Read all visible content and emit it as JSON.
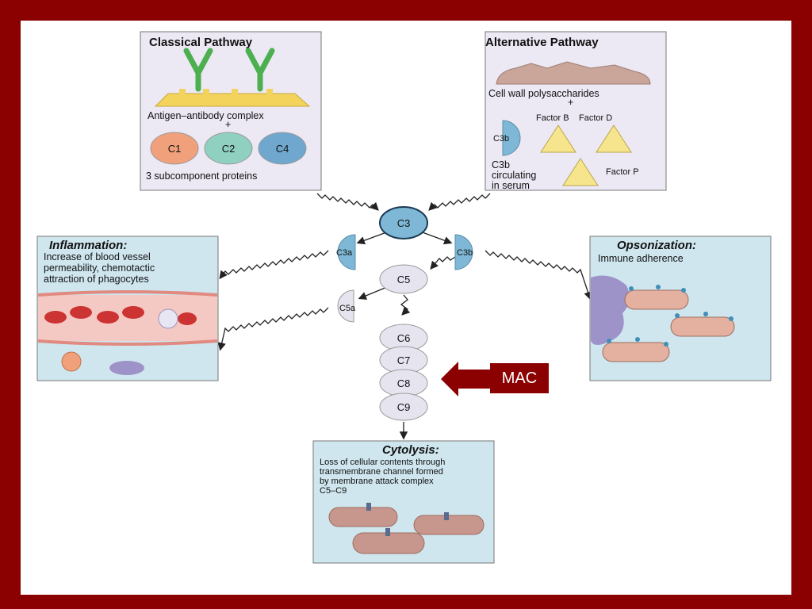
{
  "classical": {
    "title": "Classical Pathway",
    "complex": "Antigen–antibody complex",
    "plus": "+",
    "c1": "C1",
    "c2": "C2",
    "c4": "C4",
    "caption": "3 subcomponent proteins"
  },
  "alternative": {
    "title": "Alternative Pathway",
    "polysaccharides": "Cell wall polysaccharides",
    "plus": "+",
    "factor_b": "Factor B",
    "factor_d": "Factor D",
    "factor_p": "Factor P",
    "c3b_badge": "C3b",
    "c3b_line1": "C3b",
    "c3b_line2": "circulating",
    "c3b_line3": "in serum"
  },
  "cascade": {
    "c3": "C3",
    "c3a": "C3a",
    "c3b": "C3b",
    "c5": "C5",
    "c5a": "C5a",
    "c6": "C6",
    "c7": "C7",
    "c8": "C8",
    "c9": "C9"
  },
  "inflammation": {
    "title": "Inflammation:",
    "line1": "Increase of blood vessel",
    "line2": "permeability, chemotactic",
    "line3": "attraction of phagocytes"
  },
  "opsonization": {
    "title": "Opsonization:",
    "subtitle": "Immune adherence"
  },
  "cytolysis": {
    "title": "Cytolysis:",
    "line1": "Loss of cellular contents through",
    "line2": "transmembrane channel formed",
    "line3": "by membrane attack complex",
    "line4": "C5–C9"
  },
  "mac_label": "MAC",
  "colors": {
    "slide_border": "#8b0000",
    "panel_fill": "#ece8f4",
    "effect_fill": "#cfe6ee",
    "c3_blue": "#7fb8d6",
    "c1_orange": "#f0a07a",
    "c2_teal": "#8fd0c0",
    "c4_blue": "#6fa7cf",
    "factor_yellow": "#f6e58d",
    "cascade_grey": "#e6e4ef"
  }
}
